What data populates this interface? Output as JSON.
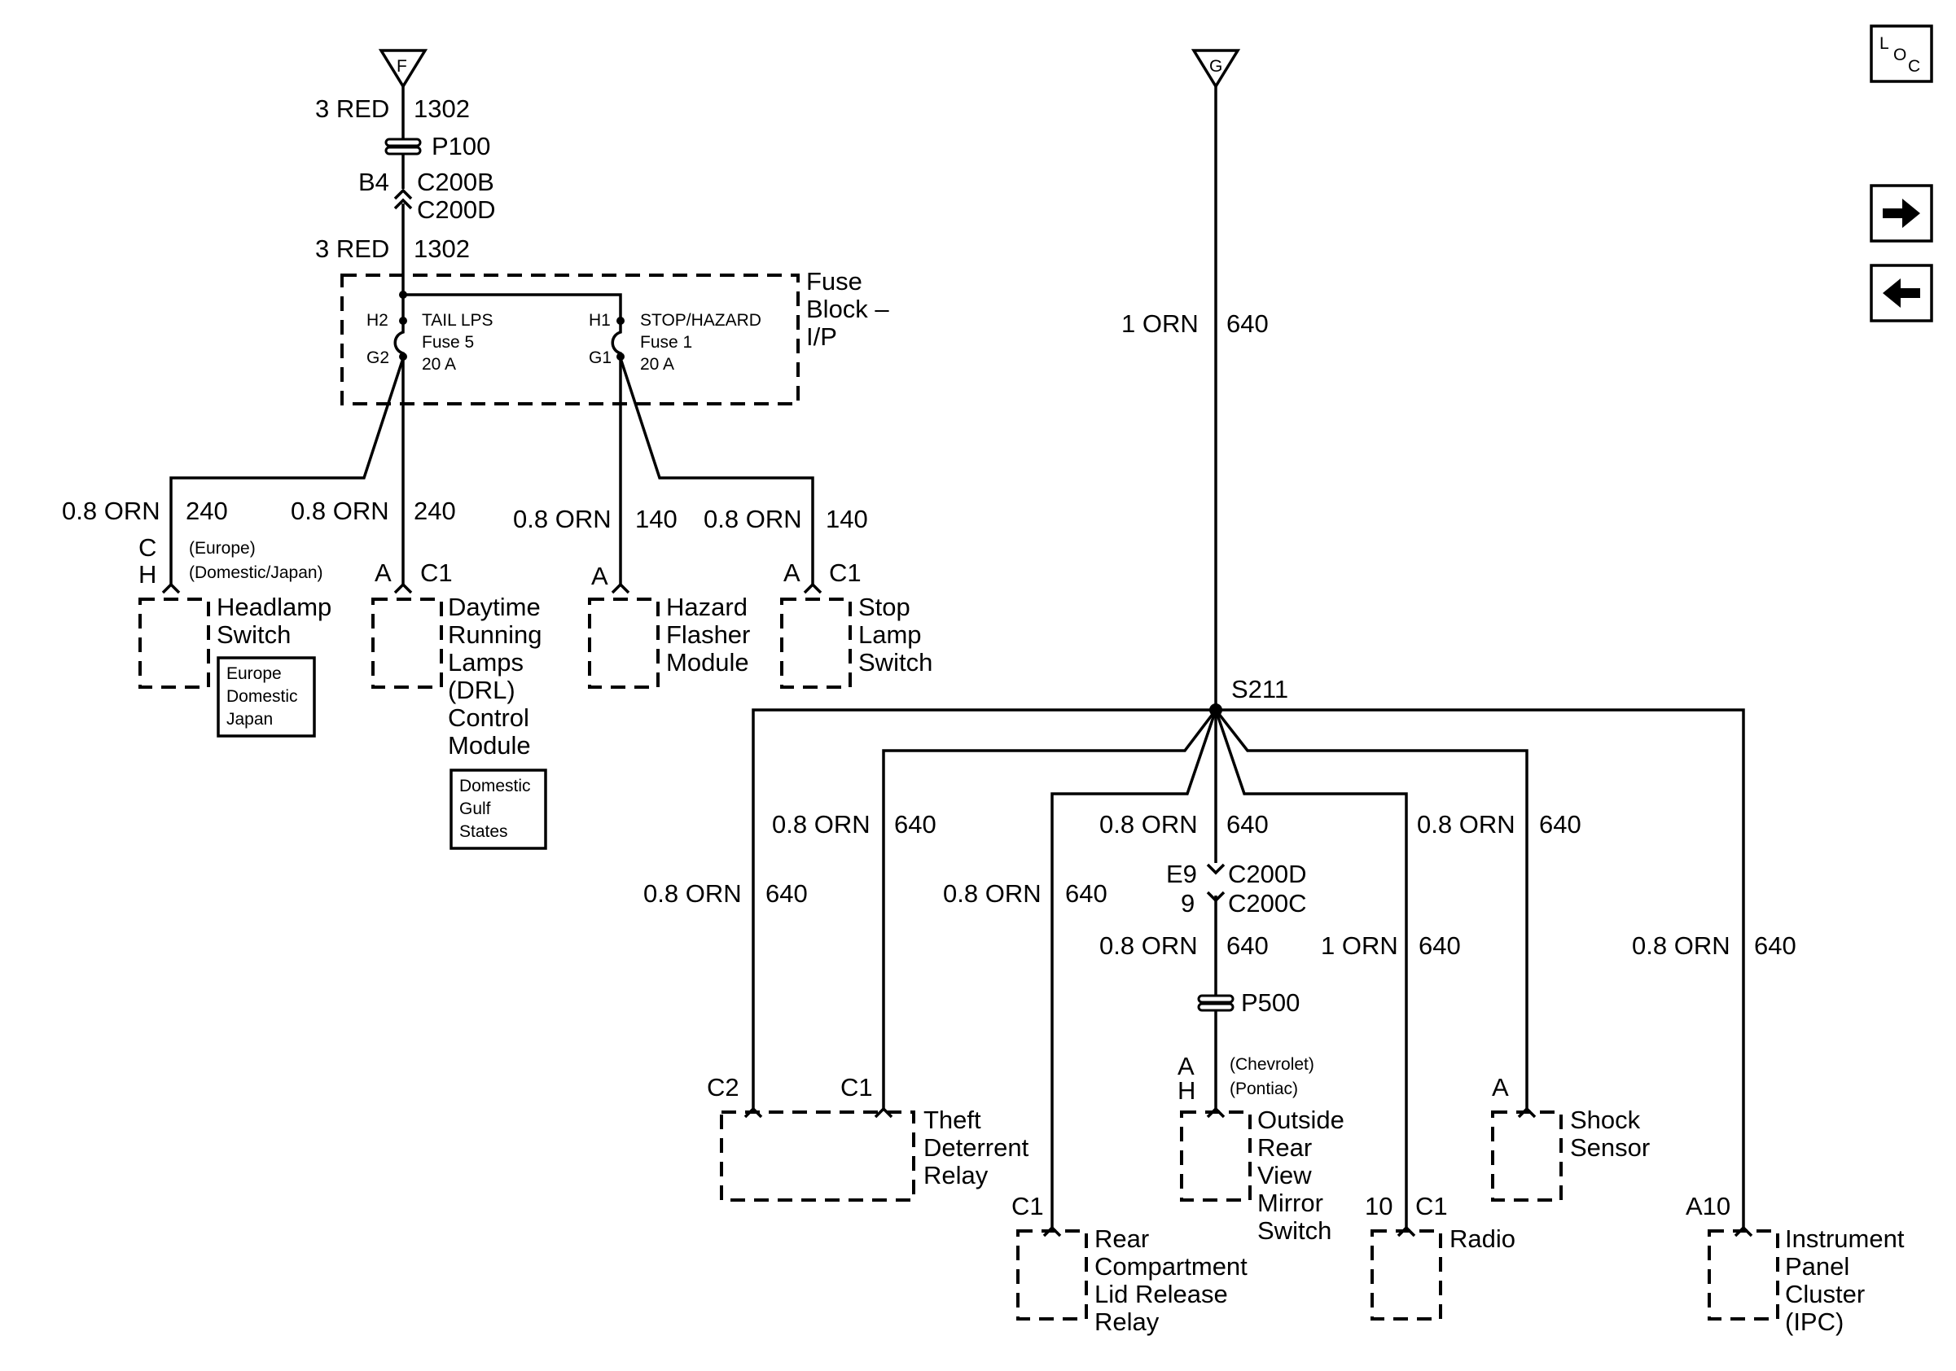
{
  "nav": {
    "loc_l": "L",
    "loc_o": "O",
    "loc_c": "C"
  },
  "top": {
    "feed_f": "F",
    "feed_g": "G",
    "wire_3red_a": "3 RED",
    "circ_1302_a": "1302",
    "splice_p100": "P100",
    "pin_b4": "B4",
    "conn_c200b": "C200B",
    "conn_c200d_top": "C200D",
    "wire_3red_b": "3 RED",
    "circ_1302_b": "1302",
    "wire_1orn_g": "1 ORN",
    "circ_640_g": "640"
  },
  "fuse_block": {
    "title_l1": "Fuse",
    "title_l2": "Block –",
    "title_l3": "I/P",
    "pin_h2": "H2",
    "pin_g2": "G2",
    "pin_h1": "H1",
    "pin_g1": "G1",
    "fuse5_name": "TAIL LPS",
    "fuse5_num": "Fuse 5",
    "fuse5_amp": "20 A",
    "fuse1_name": "STOP/HAZARD",
    "fuse1_num": "Fuse 1",
    "fuse1_amp": "20 A"
  },
  "left_branch": {
    "w1": "0.8 ORN",
    "c1": "240",
    "w2": "0.8 ORN",
    "c2": "240",
    "w3": "0.8 ORN",
    "c3": "140",
    "w4": "0.8 ORN",
    "c4": "140",
    "pin_c": "C",
    "pin_h": "H",
    "opt_europe": "(Europe)",
    "opt_domjap": "(Domestic/Japan)",
    "drl_pin_a": "A",
    "drl_pin_c1": "C1",
    "haz_pin_a": "A",
    "stop_pin_a": "A",
    "stop_pin_c1": "C1",
    "headlamp_l1": "Headlamp",
    "headlamp_l2": "Switch",
    "headlamp_tag_l1": "Europe",
    "headlamp_tag_l2": "Domestic",
    "headlamp_tag_l3": "Japan",
    "drl_l1": "Daytime",
    "drl_l2": "Running",
    "drl_l3": "Lamps",
    "drl_l4": "(DRL)",
    "drl_l5": "Control",
    "drl_l6": "Module",
    "drl_tag_l1": "Domestic",
    "drl_tag_l2": "Gulf",
    "drl_tag_l3": "States",
    "hazard_l1": "Hazard",
    "hazard_l2": "Flasher",
    "hazard_l3": "Module",
    "stop_l1": "Stop",
    "stop_l2": "Lamp",
    "stop_l3": "Switch"
  },
  "right_branch": {
    "splice_s211": "S211",
    "w_theft_c2": "0.8 ORN",
    "c_theft_c2": "640",
    "w_theft_c1": "0.8 ORN",
    "c_theft_c1": "640",
    "w_rear": "0.8 ORN",
    "c_rear": "640",
    "w_center": "0.8 ORN",
    "c_center": "640",
    "pin_e9": "E9",
    "conn_c200d": "C200D",
    "pin_9": "9",
    "conn_c200c": "C200C",
    "w_center2": "0.8 ORN",
    "c_center2": "640",
    "splice_p500": "P500",
    "w_radio": "1 ORN",
    "c_radio": "640",
    "w_shock": "0.8 ORN",
    "c_shock": "640",
    "w_ipc": "0.8 ORN",
    "c_ipc": "640",
    "pin_theft_c2": "C2",
    "pin_theft_c1": "C1",
    "pin_mirror_a": "A",
    "pin_mirror_h": "H",
    "opt_chevrolet": "(Chevrolet)",
    "opt_pontiac": "(Pontiac)",
    "pin_shock_a": "A",
    "pin_rear_c1": "C1",
    "pin_radio_10": "10",
    "pin_radio_c1": "C1",
    "pin_ipc_a10": "A10",
    "theft_l1": "Theft",
    "theft_l2": "Deterrent",
    "theft_l3": "Relay",
    "mirror_l1": "Outside",
    "mirror_l2": "Rear",
    "mirror_l3": "View",
    "mirror_l4": "Mirror",
    "mirror_l5": "Switch",
    "shock_l1": "Shock",
    "shock_l2": "Sensor",
    "rear_l1": "Rear",
    "rear_l2": "Compartment",
    "rear_l3": "Lid Release",
    "rear_l4": "Relay",
    "radio_l1": "Radio",
    "ipc_l1": "Instrument",
    "ipc_l2": "Panel",
    "ipc_l3": "Cluster",
    "ipc_l4": "(IPC)"
  }
}
